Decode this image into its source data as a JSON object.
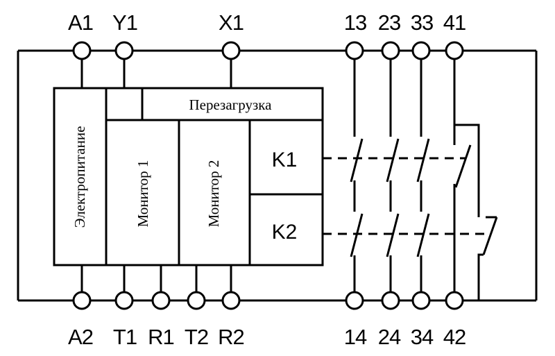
{
  "terminals_top": [
    "A1",
    "Y1",
    "X1",
    "13",
    "23",
    "33",
    "41"
  ],
  "terminals_bottom": [
    "A2",
    "T1",
    "R1",
    "T2",
    "R2",
    "14",
    "24",
    "34",
    "42"
  ],
  "blocks": {
    "power": "Электропитание",
    "reset": "Перезагрузка",
    "monitor1": "Монитор 1",
    "monitor2": "Монитор 2",
    "k1": "K1",
    "k2": "K2"
  }
}
